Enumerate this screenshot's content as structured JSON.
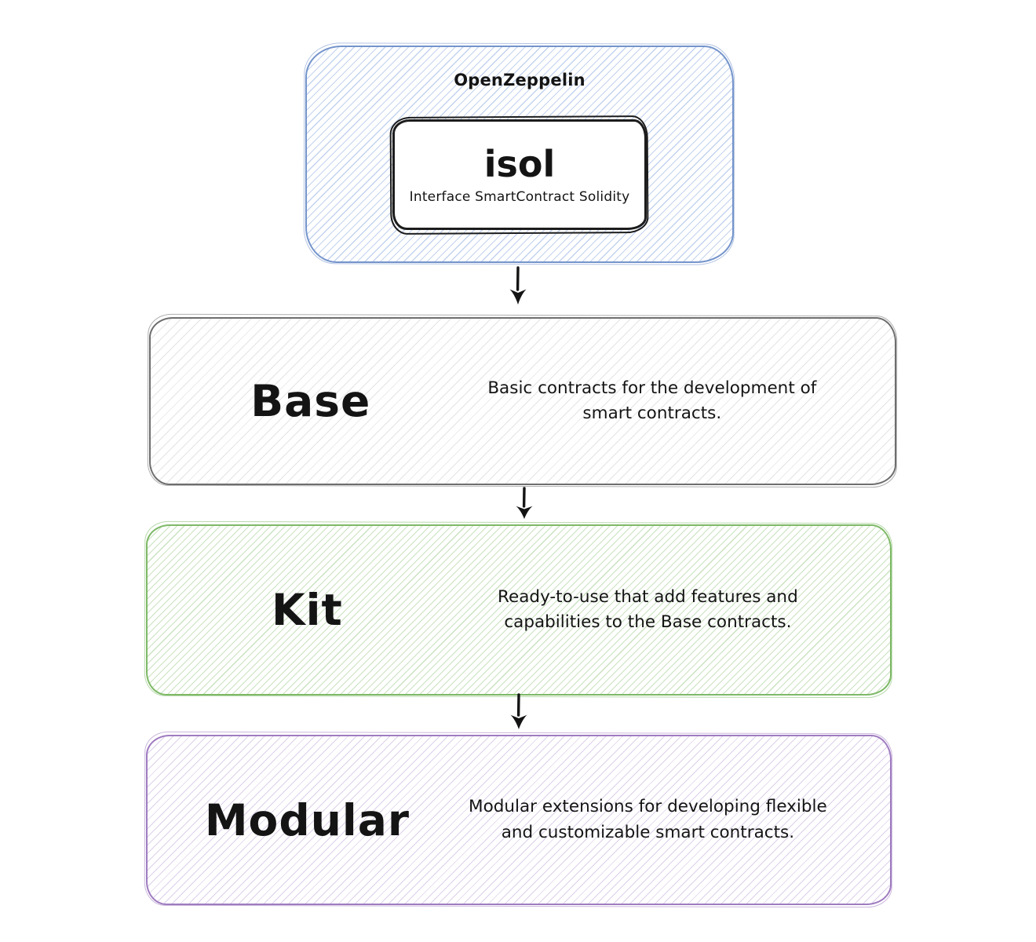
{
  "root_box": {
    "title": "OpenZeppelin",
    "card": {
      "title": "isol",
      "subtitle": "Interface SmartContract Solidity"
    }
  },
  "layers": [
    {
      "id": "base",
      "label": "Base",
      "description": [
        "Basic contracts for the development of",
        "smart contracts."
      ],
      "color": "#6e6e6e"
    },
    {
      "id": "kit",
      "label": "Kit",
      "description": [
        "Ready-to-use that add features and",
        "capabilities to the Base contracts."
      ],
      "color": "#7eb967"
    },
    {
      "id": "modular",
      "label": "Modular",
      "description": [
        "Modular extensions for developing flexible",
        "and customizable smart contracts."
      ],
      "color": "#9f7cc0"
    }
  ],
  "colors": {
    "background": "#ffffff",
    "openzeppelin_blue": "#7494cb",
    "card_border_black": "#1c1c1c",
    "base_gray": "#6e6e6e",
    "kit_green": "#7eb967",
    "modular_purple": "#9f7cc0",
    "text": "#141414"
  }
}
